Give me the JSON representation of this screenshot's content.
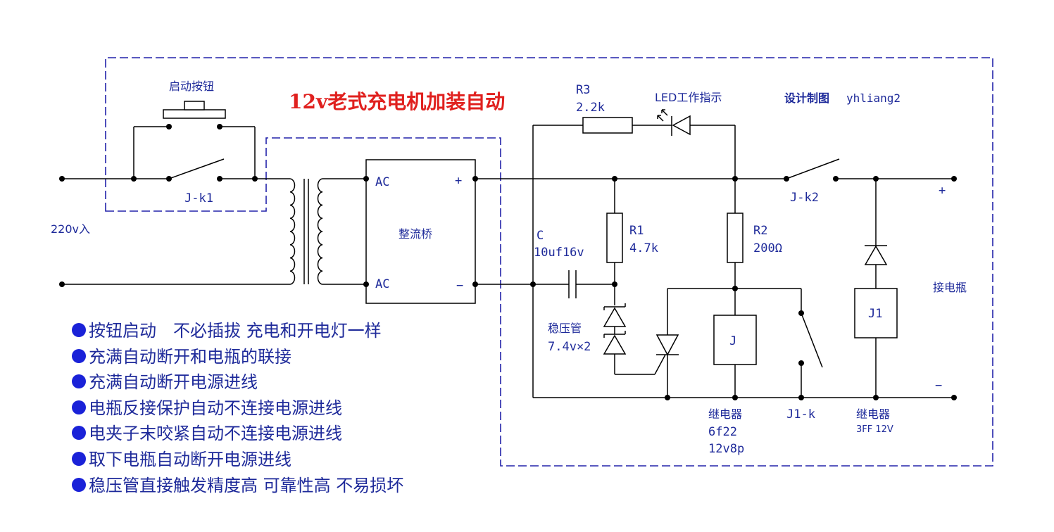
{
  "title": "12v老式充电机加装自动",
  "credit": {
    "label": "设计制图",
    "author": "yhliang2"
  },
  "labels": {
    "start_button": "启动按钮",
    "jk1": "J-k1",
    "input_220": "220v入",
    "ac_top": "AC",
    "ac_bottom": "AC",
    "plus": "+",
    "minus": "−",
    "bridge": "整流桥",
    "r3_name": "R3",
    "r3_value": "2.2k",
    "led": "LED工作指示",
    "c_name": "C",
    "c_value": "10uf16v",
    "r1_name": "R1",
    "r1_value": "4.7k",
    "zener_name": "稳压管",
    "zener_value": "7.4v×2",
    "r2_name": "R2",
    "r2_value": "200Ω",
    "relay_j": "J",
    "relay_j_name": "继电器",
    "relay_j_model": "6f22",
    "relay_j_spec": "12v8p",
    "j1k": "J1-k",
    "relay_j1": "J1",
    "relay_j1_name": "继电器",
    "relay_j1_spec": "3FF 12V",
    "jk2": "J-k2",
    "out_plus": "+",
    "out_minus": "−",
    "battery": "接电瓶"
  },
  "features": [
    "按钮启动　不必插拔 充电和开电灯一样",
    "充满自动断开和电瓶的联接",
    "充满自动断开电源进线",
    "电瓶反接保护自动不连接电源进线",
    "电夹子末咬紧自动不连接电源进线",
    "取下电瓶自动断开电源进线",
    "稳压管直接触发精度高 可靠性高 不易损坏"
  ]
}
